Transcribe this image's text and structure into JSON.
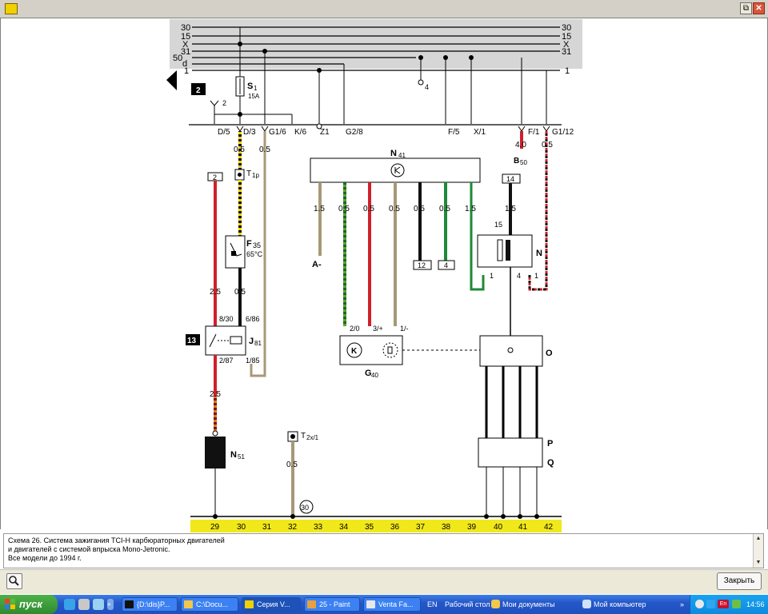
{
  "window": {
    "restore_glyph": "⧉",
    "close_glyph": "✕"
  },
  "diagram": {
    "bus": {
      "left_labels": [
        "30",
        "15",
        "X",
        "31",
        "50",
        "d",
        "1"
      ],
      "right_labels": [
        "30",
        "15",
        "X",
        "31",
        "1"
      ]
    },
    "ref_arrow_left": "2",
    "terminals": {
      "d5": "D/5",
      "d3": "D/3",
      "g16": "G1/6",
      "k6": "K/6",
      "z1": "Z1",
      "g28": "G2/8",
      "f5": "F/5",
      "x1": "X/1",
      "f1": "F/1",
      "g112": "G1/12"
    },
    "fuse": {
      "name": "S",
      "sub": "1",
      "rating": "15A"
    },
    "ground_small_label": "2",
    "bus_tap_label": "4",
    "wire_sizes": {
      "d3": "0.5",
      "g16": "0.5",
      "f1": "4.0",
      "g112": "0.5",
      "relay_in": "2.5",
      "sensor_out": "0.5",
      "relay_out": "2.5",
      "t2x_wire": "0.5",
      "n_in": "1.5",
      "n41_pins": [
        "1.5",
        "0.5",
        "0.5",
        "0.5",
        "0.5",
        "0.5",
        "1.5"
      ]
    },
    "b50": {
      "name": "B",
      "sub": "50"
    },
    "ref_boxes": {
      "box2": "2",
      "box13": "13",
      "box14": "14",
      "box12": "12",
      "box4": "4"
    },
    "t1p": {
      "name": "T",
      "sub": "1p"
    },
    "f35": {
      "name": "F",
      "sub": "35",
      "temp": "65°C"
    },
    "j81": {
      "name": "J",
      "sub": "81",
      "pin_830": "8/30",
      "pin_686": "6/86",
      "pin_287": "2/87",
      "pin_185": "1/85"
    },
    "n41": {
      "name": "N",
      "sub": "41"
    },
    "a_minus": "A-",
    "g40": {
      "name": "G",
      "sub": "40",
      "pin_20": "2/0",
      "pin_3p": "3/+",
      "pin_1m": "1/-"
    },
    "n_coil": {
      "name": "N",
      "pin_15": "15",
      "pin_1a": "1",
      "pin_4": "4",
      "pin_1b": "1"
    },
    "o": "O",
    "p": "P",
    "q": "Q",
    "n51": {
      "name": "N",
      "sub": "51"
    },
    "t2x": {
      "name": "T",
      "sub": "2x/1"
    },
    "circle_30": "30",
    "columns": [
      "29",
      "30",
      "31",
      "32",
      "33",
      "34",
      "35",
      "36",
      "37",
      "38",
      "39",
      "40",
      "41",
      "42"
    ],
    "colors": {
      "red": "#d0202a",
      "black": "#111111",
      "green": "#1e8a3a",
      "brown": "#a89878",
      "yellow": "#f5d600",
      "bus_bg": "#d6d6d6",
      "col_bar": "#f0e81a"
    }
  },
  "description": {
    "lines": [
      "Схема 26. Система зажигания TCI-H карбюраторных двигателей",
      "и двигателей с системой впрыска Mono-Jetronic.",
      "Все модели до 1994 г."
    ]
  },
  "bottombar": {
    "close_label": "Закрыть"
  },
  "taskbar": {
    "start_label": "пуск",
    "tasks": [
      "{D:\\dis}P...",
      "C:\\Docu...",
      "Серия V...",
      "25 - Paint",
      "Venta Fa..."
    ],
    "lang": "EN",
    "desktop_items": [
      "Рабочий стол",
      "Мои документы",
      "Мой компьютер"
    ],
    "expand": "»",
    "tray_lang": "En",
    "clock": "14:56"
  }
}
